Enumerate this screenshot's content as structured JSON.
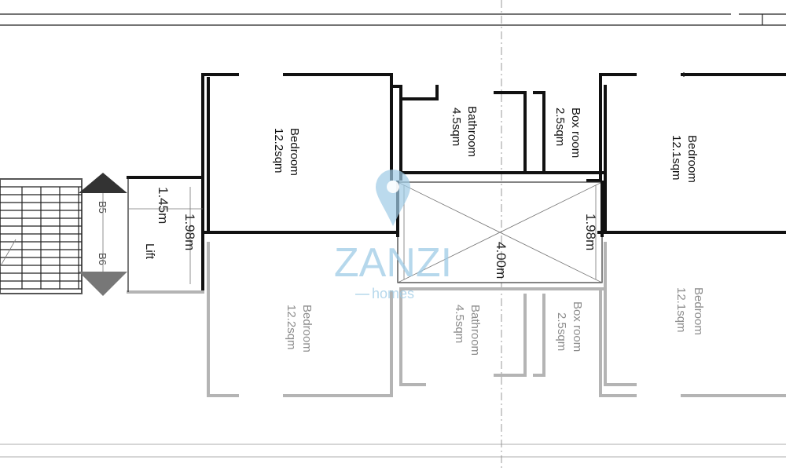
{
  "rooms": {
    "top_bedroom_left": {
      "name": "Bedroom",
      "area": "12.2sqm"
    },
    "top_bathroom": {
      "name": "Bathroom",
      "area": "4.5sqm"
    },
    "top_boxroom": {
      "name": "Box room",
      "area": "2.5sqm"
    },
    "top_bedroom_right": {
      "name": "Bedroom",
      "area": "12.1sqm"
    },
    "bot_bedroom_left": {
      "name": "Bedroom",
      "area": "12.2sqm"
    },
    "bot_bathroom": {
      "name": "Bathroom",
      "area": "4.5sqm"
    },
    "bot_boxroom": {
      "name": "Box room",
      "area": "2.5sqm"
    },
    "bot_bedroom_right": {
      "name": "Bedroom",
      "area": "12.1sqm"
    },
    "lift": "Lift"
  },
  "dimensions": {
    "lift_width": "1.45m",
    "lift_depth": "1.98m",
    "shaft_depth": "1.98m",
    "shaft_width": "4.00m"
  },
  "markers": {
    "upper": "B5",
    "lower": "B6"
  },
  "watermark": {
    "brand": "ZANZI",
    "sub": "homes",
    "color": "#9ecbe6"
  }
}
